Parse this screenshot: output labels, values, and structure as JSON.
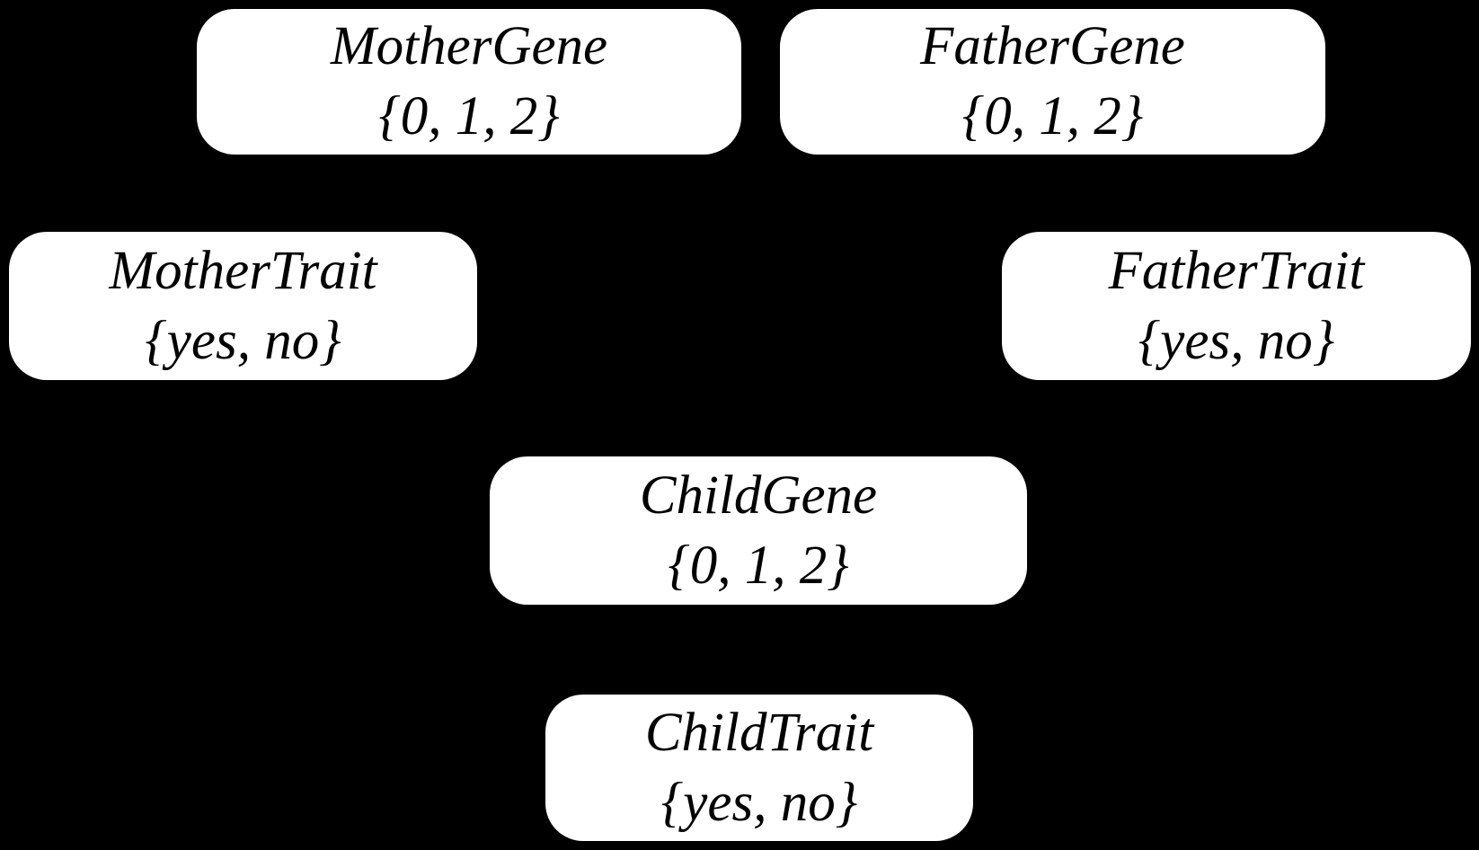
{
  "diagram": {
    "kind": "bayesian-network",
    "background_color": "#000000",
    "node_fill_color": "#ffffff",
    "node_text_color": "#000000",
    "nodes": [
      {
        "id": "mother-gene",
        "name": "MotherGene",
        "domain": "{0, 1, 2}"
      },
      {
        "id": "father-gene",
        "name": "FatherGene",
        "domain": "{0, 1, 2}"
      },
      {
        "id": "mother-trait",
        "name": "MotherTrait",
        "domain": "{yes, no}"
      },
      {
        "id": "father-trait",
        "name": "FatherTrait",
        "domain": "{yes, no}"
      },
      {
        "id": "child-gene",
        "name": "ChildGene",
        "domain": "{0, 1, 2}"
      },
      {
        "id": "child-trait",
        "name": "ChildTrait",
        "domain": "{yes, no}"
      }
    ]
  }
}
